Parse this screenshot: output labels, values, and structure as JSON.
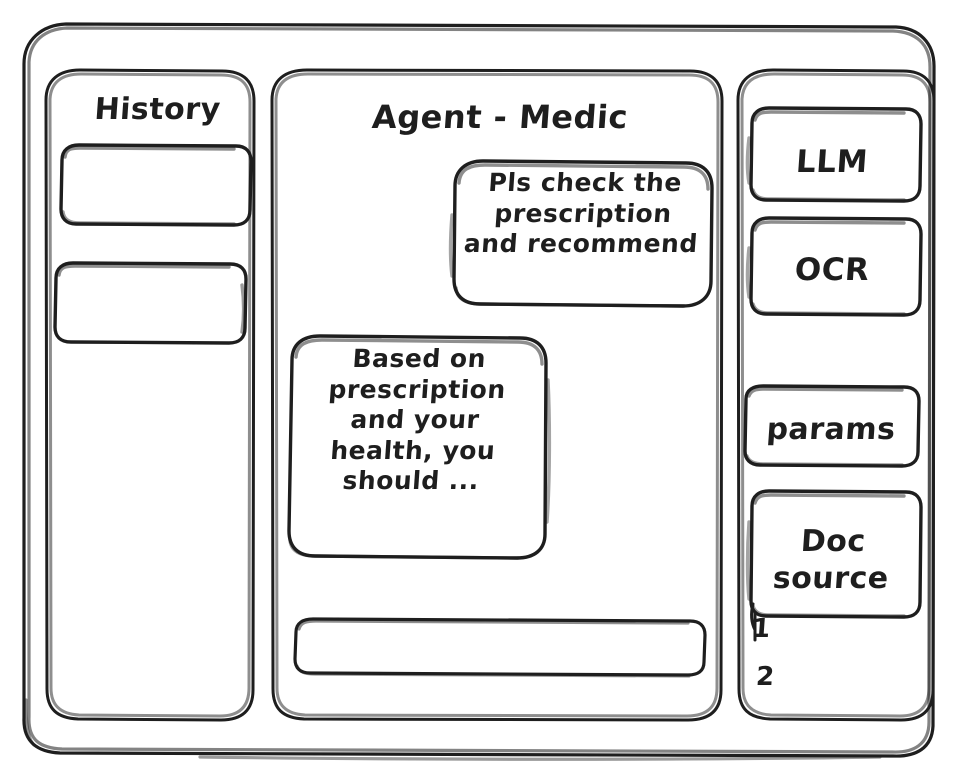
{
  "app": {
    "style": "hand-drawn-wireframe",
    "stroke_color": "#1e1e1e",
    "background_color": "#ffffff"
  },
  "sidebar_left": {
    "title": "History",
    "items": [
      {
        "label": ""
      },
      {
        "label": ""
      }
    ]
  },
  "main": {
    "title": "Agent - Medic",
    "messages": [
      {
        "role": "user",
        "align": "right",
        "text": "Pls check the\nprescription\nand recommend"
      },
      {
        "role": "assistant",
        "align": "left",
        "text": "Based on\nprescription\nand your\nhealth, you\nshould ..."
      }
    ],
    "composer": {
      "value": "",
      "placeholder": ""
    }
  },
  "sidebar_right": {
    "tools": [
      {
        "label": "LLM"
      },
      {
        "label": "OCR"
      },
      {
        "label": "params"
      },
      {
        "label": "Doc\nsource"
      }
    ],
    "doc_sources": [
      {
        "label": "1"
      },
      {
        "label": "2"
      }
    ]
  }
}
